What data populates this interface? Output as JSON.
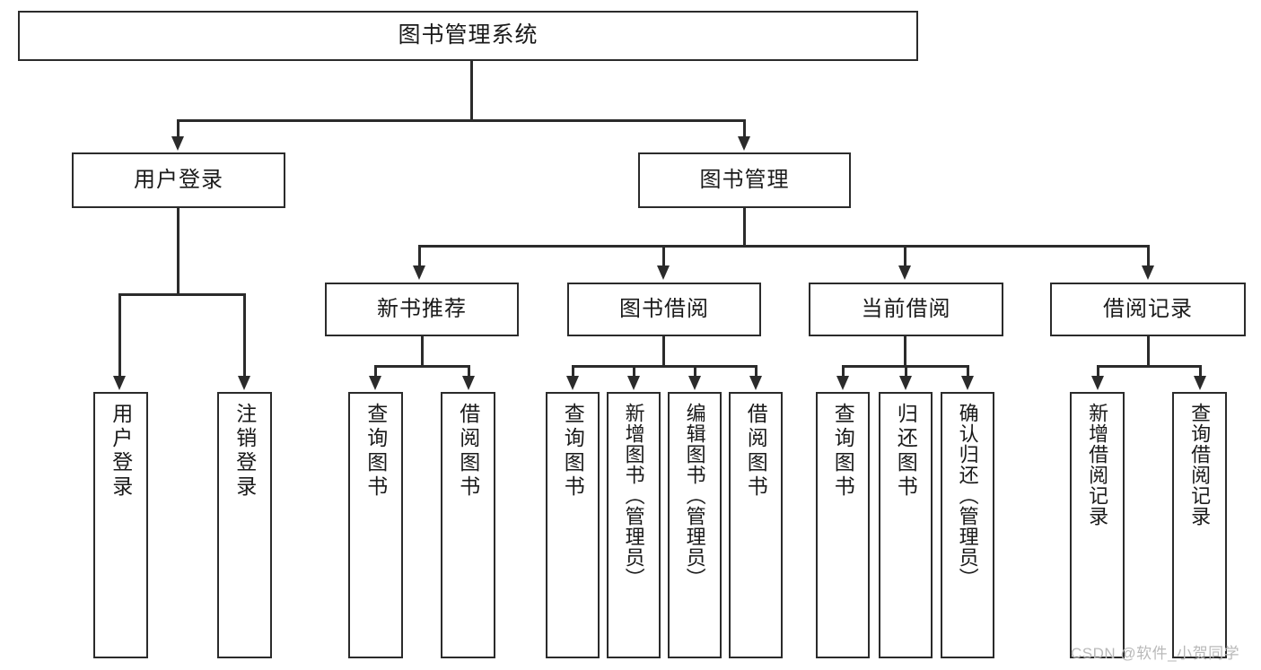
{
  "diagram": {
    "type": "tree-hierarchy",
    "title_node": {
      "label": "图书管理系统"
    },
    "level1": [
      {
        "id": "user-login",
        "label": "用户登录"
      },
      {
        "id": "book-manage",
        "label": "图书管理"
      }
    ],
    "level2": [
      {
        "id": "new-book-recommend",
        "label": "新书推荐",
        "parent": "book-manage"
      },
      {
        "id": "book-borrow",
        "label": "图书借阅",
        "parent": "book-manage"
      },
      {
        "id": "current-borrow",
        "label": "当前借阅",
        "parent": "book-manage"
      },
      {
        "id": "borrow-record",
        "label": "借阅记录",
        "parent": "book-manage"
      }
    ],
    "leaves": [
      {
        "id": "leaf-user-login",
        "label": "用户登录",
        "parent": "user-login"
      },
      {
        "id": "leaf-logout-login",
        "label": "注销登录",
        "parent": "user-login"
      },
      {
        "id": "leaf-query-book-1",
        "label": "查询图书",
        "parent": "new-book-recommend"
      },
      {
        "id": "leaf-borrow-book-1",
        "label": "借阅图书",
        "parent": "new-book-recommend"
      },
      {
        "id": "leaf-query-book-2",
        "label": "查询图书",
        "parent": "book-borrow"
      },
      {
        "id": "leaf-add-book",
        "label": "新增图书（管理员）",
        "parent": "book-borrow"
      },
      {
        "id": "leaf-edit-book",
        "label": "编辑图书（管理员）",
        "parent": "book-borrow"
      },
      {
        "id": "leaf-borrow-book-2",
        "label": "借阅图书",
        "parent": "book-borrow"
      },
      {
        "id": "leaf-query-book-3",
        "label": "查询图书",
        "parent": "current-borrow"
      },
      {
        "id": "leaf-return-book",
        "label": "归还图书",
        "parent": "current-borrow"
      },
      {
        "id": "leaf-confirm-return",
        "label": "确认归还（管理员）",
        "parent": "current-borrow"
      },
      {
        "id": "leaf-add-record",
        "label": "新增借阅记录",
        "parent": "borrow-record"
      },
      {
        "id": "leaf-query-record",
        "label": "查询借阅记录",
        "parent": "borrow-record"
      }
    ],
    "colors": {
      "stroke": "#2b2b2b",
      "background": "#ffffff",
      "text": "#1a1a1a",
      "watermark": "#b9b9b9"
    }
  },
  "watermark": {
    "text": "CSDN @软件_小贺同学"
  }
}
